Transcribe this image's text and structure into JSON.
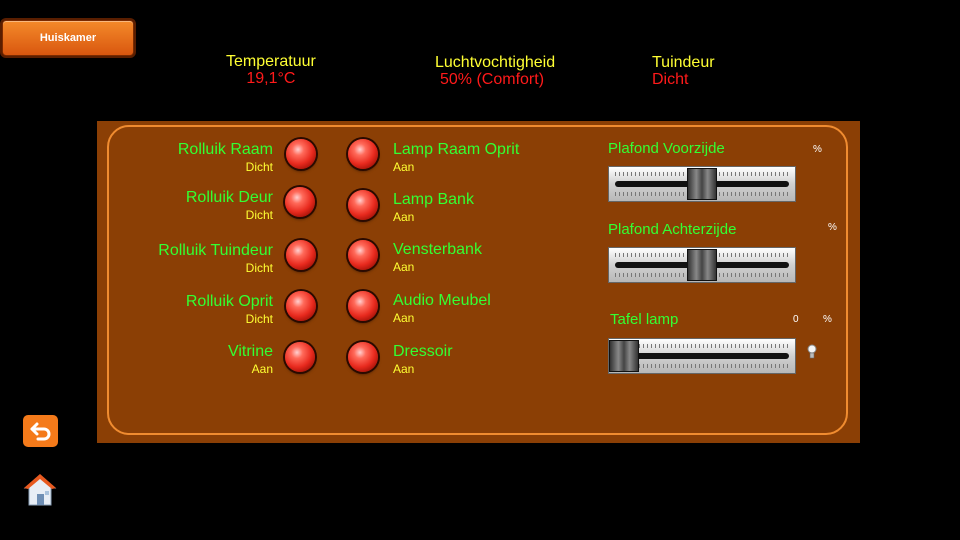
{
  "room_tab": {
    "label": "Huiskamer"
  },
  "status": [
    {
      "label": "Temperatuur",
      "value": "19,1°C"
    },
    {
      "label": "Luchtvochtigheid",
      "value": "50% (Comfort)"
    },
    {
      "label": "Tuindeur",
      "value": "Dicht"
    }
  ],
  "shades": [
    {
      "name": "Rolluik Raam",
      "state": "Dicht"
    },
    {
      "name": "Rolluik Deur",
      "state": "Dicht"
    },
    {
      "name": "Rolluik Tuindeur",
      "state": "Dicht"
    },
    {
      "name": "Rolluik Oprit",
      "state": "Dicht"
    },
    {
      "name": "Vitrine",
      "state": "Aan"
    }
  ],
  "lights": [
    {
      "name": "Lamp Raam Oprit",
      "state": "Aan"
    },
    {
      "name": "Lamp Bank",
      "state": "Aan"
    },
    {
      "name": "Vensterbank",
      "state": "Aan"
    },
    {
      "name": "Audio Meubel",
      "state": "Aan"
    },
    {
      "name": "Dressoir",
      "state": "Aan"
    }
  ],
  "dimmers": [
    {
      "name": "Plafond Voorzijde",
      "value": "",
      "unit": "%",
      "level": 0.5
    },
    {
      "name": "Plafond Achterzijde",
      "value": "",
      "unit": "%",
      "level": 0.5
    },
    {
      "name": "Tafel lamp",
      "value": "0",
      "unit": "%",
      "level": 0
    }
  ],
  "icons": {
    "back": "back-arrow-icon",
    "home": "home-icon",
    "bulb": "bulb-icon"
  },
  "colors": {
    "panel": "#8b3f05",
    "accent": "#f48a2a",
    "label_green": "#33ff33",
    "label_yellow": "#ffff33",
    "value_red": "#ff1a1a"
  }
}
